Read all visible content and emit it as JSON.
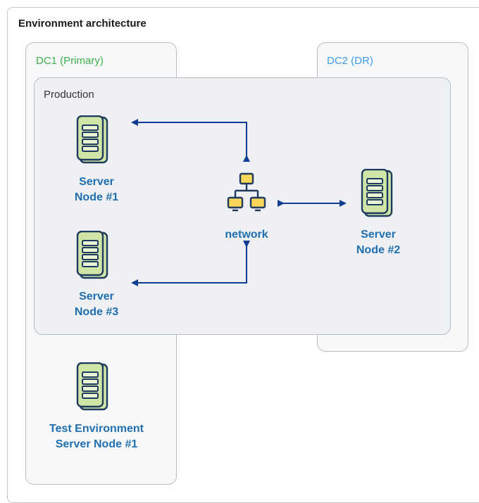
{
  "title": "Environment architecture",
  "groups": {
    "dc1": "DC1 (Primary)",
    "dc2": "DC2 (DR)",
    "production": "Production"
  },
  "nodes": {
    "server1": {
      "line1": "Server",
      "line2": "Node #1",
      "icon": "server-icon"
    },
    "server3": {
      "line1": "Server",
      "line2": "Node #3",
      "icon": "server-icon"
    },
    "network": {
      "label": "network",
      "icon": "network-icon"
    },
    "server2": {
      "line1": "Server",
      "line2": "Node #2",
      "icon": "server-icon"
    },
    "test": {
      "line1": "Test Environment",
      "line2": "Server Node #1",
      "icon": "server-icon"
    }
  },
  "colors": {
    "accent": "#1f6fb0",
    "arrow": "#0f3d91",
    "dc1": "#3fae49",
    "dc2": "#3d9bee",
    "server_fill": "#cfe6a6",
    "network_fill": "#f7d65a"
  }
}
